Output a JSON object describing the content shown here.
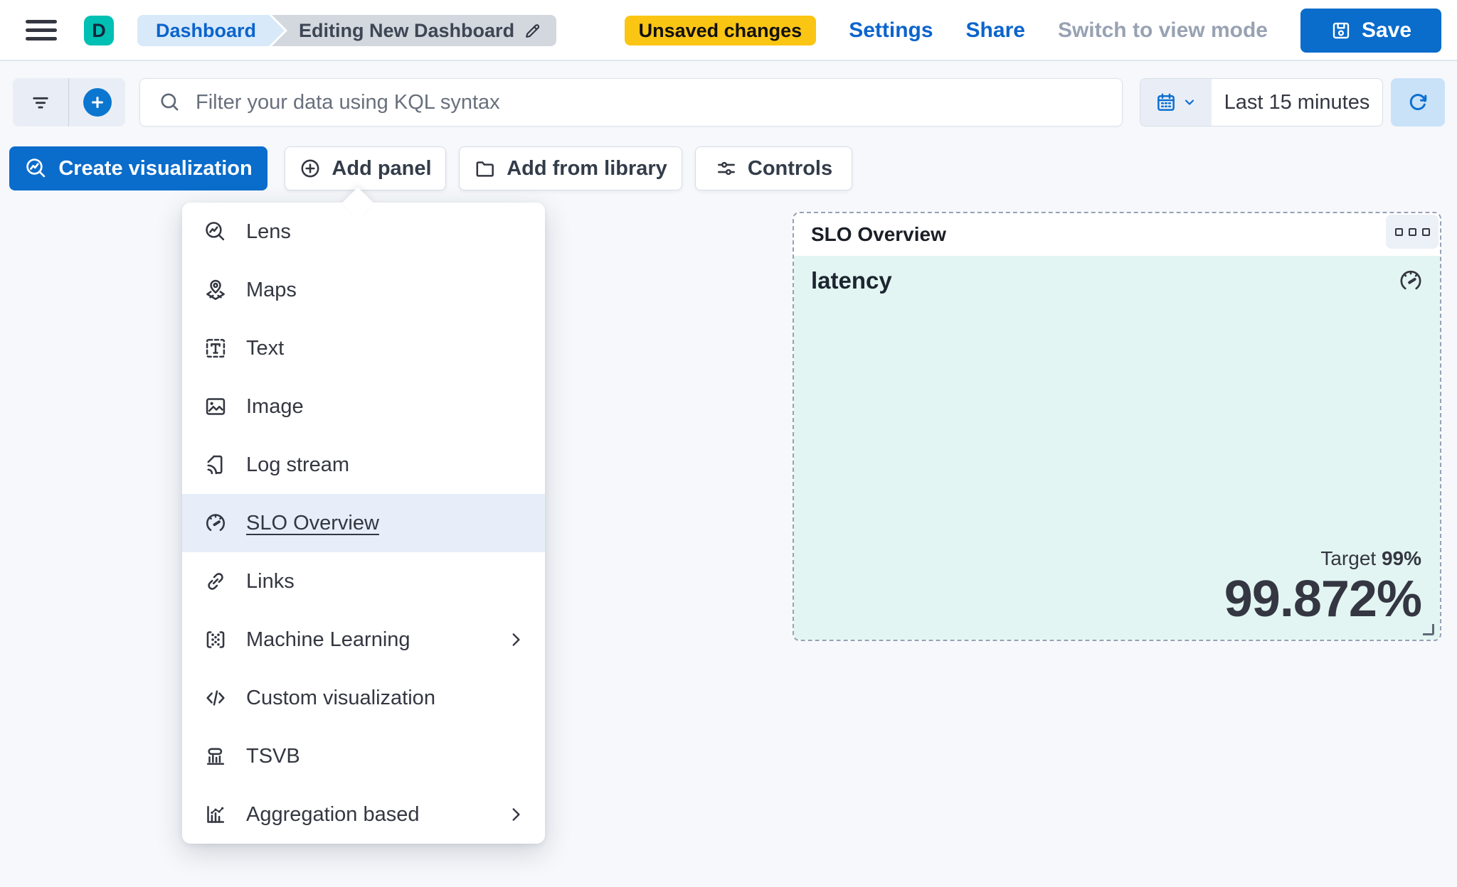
{
  "header": {
    "logo_letter": "D",
    "breadcrumbs": {
      "first": "Dashboard",
      "current": "Editing New Dashboard"
    },
    "unsaved_badge": "Unsaved changes",
    "settings_label": "Settings",
    "share_label": "Share",
    "switch_view_label": "Switch to view mode",
    "save_label": "Save"
  },
  "filter_bar": {
    "search_placeholder": "Filter your data using KQL syntax",
    "time_range": "Last 15 minutes"
  },
  "toolbar": {
    "create_visualization": "Create visualization",
    "add_panel": "Add panel",
    "add_from_library": "Add from library",
    "controls": "Controls"
  },
  "add_panel_menu": {
    "items": [
      {
        "label": "Lens",
        "icon": "lens-icon",
        "has_submenu": false,
        "selected": false
      },
      {
        "label": "Maps",
        "icon": "maps-icon",
        "has_submenu": false,
        "selected": false
      },
      {
        "label": "Text",
        "icon": "text-icon",
        "has_submenu": false,
        "selected": false
      },
      {
        "label": "Image",
        "icon": "image-icon",
        "has_submenu": false,
        "selected": false
      },
      {
        "label": "Log stream",
        "icon": "log-stream-icon",
        "has_submenu": false,
        "selected": false
      },
      {
        "label": "SLO Overview",
        "icon": "gauge-icon",
        "has_submenu": false,
        "selected": true
      },
      {
        "label": "Links",
        "icon": "links-icon",
        "has_submenu": false,
        "selected": false
      },
      {
        "label": "Machine Learning",
        "icon": "machine-learning-icon",
        "has_submenu": true,
        "selected": false
      },
      {
        "label": "Custom visualization",
        "icon": "code-icon",
        "has_submenu": false,
        "selected": false
      },
      {
        "label": "TSVB",
        "icon": "tsvb-icon",
        "has_submenu": false,
        "selected": false
      },
      {
        "label": "Aggregation based",
        "icon": "aggregation-icon",
        "has_submenu": true,
        "selected": false
      }
    ]
  },
  "slo_panel": {
    "title": "SLO Overview",
    "slo_name": "latency",
    "target_label": "Target",
    "target_value": "99%",
    "value": "99.872%"
  },
  "colors": {
    "primary_blue": "#0A6CCB",
    "badge_yellow": "#FBC514",
    "logo_teal": "#00BFB3",
    "panel_teal": "#E2F5F2",
    "menu_highlight": "#E7EEF9",
    "text_dark": "#343741"
  }
}
